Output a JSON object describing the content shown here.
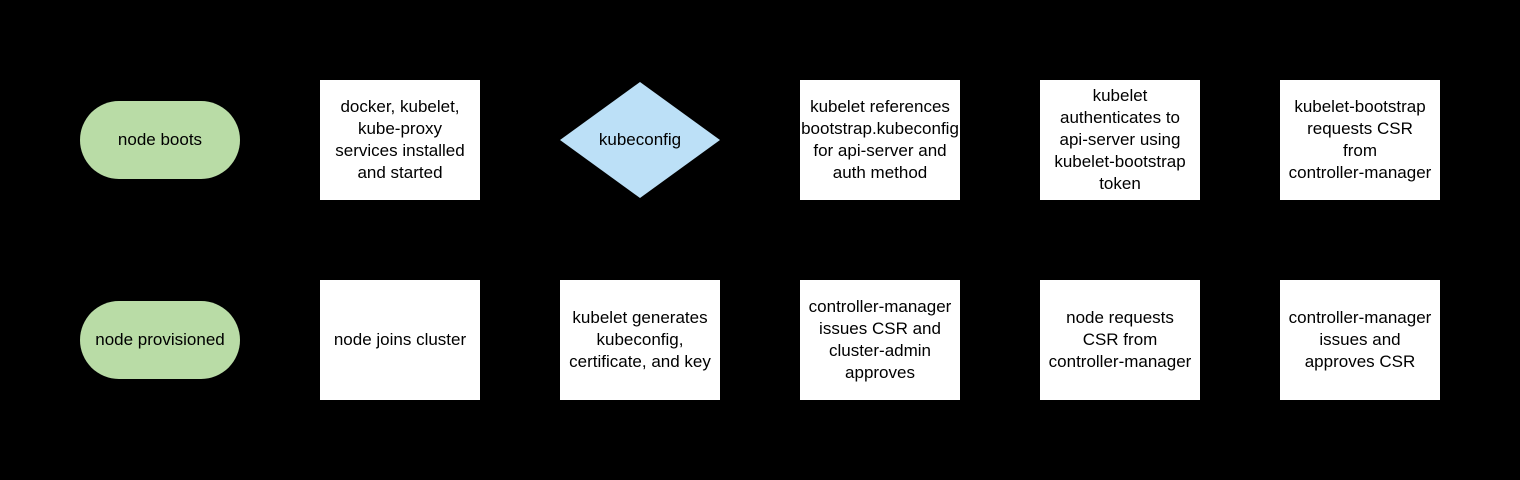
{
  "diagram": {
    "title": "kubernetes node bootstrap flowchart",
    "background_color": "#000000",
    "colors": {
      "terminal_fill": "#b9dca6",
      "decision_fill": "#bce0f7",
      "process_fill": "#ffffff",
      "text": "#000000"
    },
    "nodes": [
      {
        "id": "node-boots",
        "type": "terminal",
        "label": "node boots"
      },
      {
        "id": "services-installed",
        "type": "process",
        "label": "docker, kubelet,\nkube-proxy\nservices installed\nand started"
      },
      {
        "id": "kubeconfig",
        "type": "decision",
        "label": "kubeconfig"
      },
      {
        "id": "kubelet-references",
        "type": "process",
        "label": "kubelet references\nbootstrap.kubeconfig\nfor api-server and\nauth method"
      },
      {
        "id": "kubelet-authenticates",
        "type": "process",
        "label": "kubelet\nauthenticates to\napi-server using\nkubelet-bootstrap\ntoken"
      },
      {
        "id": "bootstrap-requests-csr",
        "type": "process",
        "label": "kubelet-bootstrap\nrequests CSR\nfrom\ncontroller-manager"
      },
      {
        "id": "node-provisioned",
        "type": "terminal",
        "label": "node provisioned"
      },
      {
        "id": "node-joins-cluster",
        "type": "process",
        "label": "node joins cluster"
      },
      {
        "id": "kubelet-generates",
        "type": "process",
        "label": "kubelet generates\nkubeconfig,\ncertificate, and key"
      },
      {
        "id": "cm-issues-admin-approves",
        "type": "process",
        "label": "controller-manager\nissues CSR and\ncluster-admin\napproves"
      },
      {
        "id": "node-requests-csr",
        "type": "process",
        "label": "node requests\nCSR from\ncontroller-manager"
      },
      {
        "id": "cm-issues-approves",
        "type": "process",
        "label": "controller-manager\nissues and\napproves CSR"
      }
    ]
  }
}
